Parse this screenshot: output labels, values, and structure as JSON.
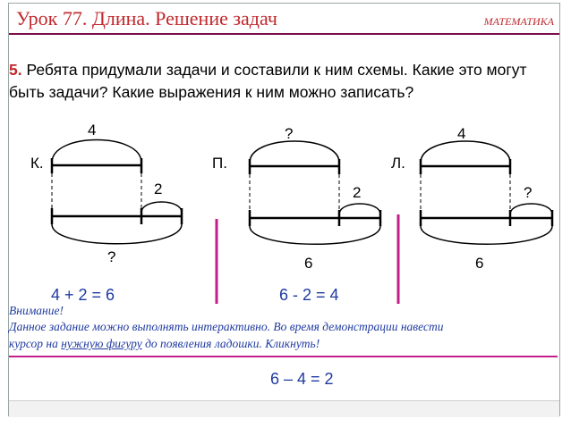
{
  "header": {
    "title": "Урок 77. Длина. Решение задач",
    "subject": "МАТЕМАТИКА"
  },
  "task": {
    "number": "5.",
    "text": "Ребята придумали задачи и составили к ним схемы. Какие это могут быть задачи? Какие выражения к ним можно записать?"
  },
  "schemes": [
    {
      "letter": "К.",
      "top": "4",
      "small": "2",
      "bottom": "?"
    },
    {
      "letter": "П.",
      "top": "?",
      "small": "2",
      "bottom": "6"
    },
    {
      "letter": "Л.",
      "top": "4",
      "small": "?",
      "bottom": "6"
    }
  ],
  "equations": {
    "k": "4 + 2 = 6",
    "p": "6 - 2 = 4",
    "l": "6 – 4 = 2"
  },
  "hint": {
    "attention": "Внимание!",
    "line1": "Данное задание можно выполнять интерактивно.  Во время демонстрации навести",
    "line2_a": "курсор на  ",
    "line2_b": "нужную фигуру",
    "line2_c": " до появления ладошки. Кликнуть!"
  },
  "colors": {
    "title": "#c0282d",
    "separator": "#c21f8b",
    "equation": "#1f3aa0"
  }
}
